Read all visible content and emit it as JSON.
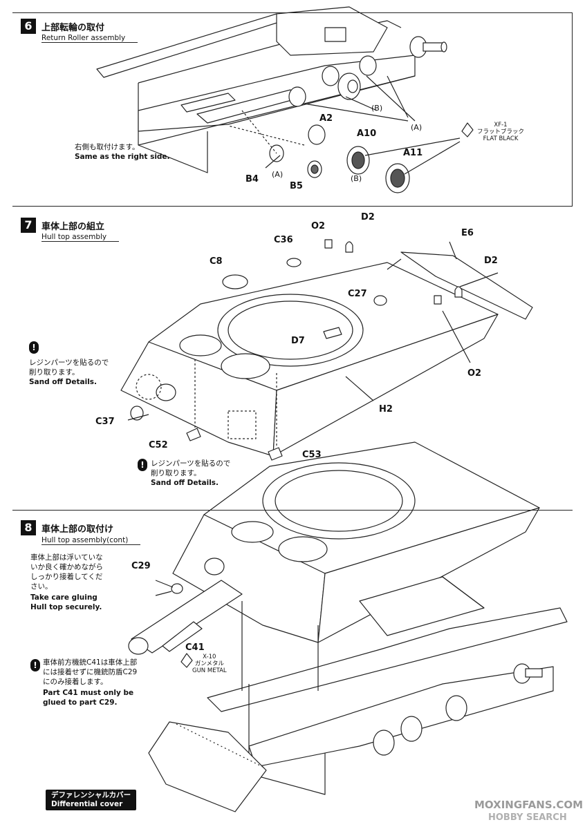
{
  "step6": {
    "number": "6",
    "title_jp": "上部転輪の取付",
    "title_en": "Return Roller assembly",
    "note_jp": "右側も取付けます。",
    "note_en": "Same as the right side.",
    "paint_code": "XF-1",
    "paint_jp": "フラットブラック",
    "paint_en": "FLAT BLACK",
    "parts": {
      "a2": "A2",
      "a10": "A10",
      "a11": "A11",
      "b4": "B4",
      "b5": "B5"
    },
    "group_b_top": "(B)",
    "group_a_top": "(A)",
    "group_a_bottom": "(A)",
    "group_b_bottom": "(B)"
  },
  "step7": {
    "number": "7",
    "title_jp": "車体上部の組立",
    "title_en": "Hull top assembly",
    "parts": {
      "o2_top": "O2",
      "d2_top": "D2",
      "e6": "E6",
      "c36": "C36",
      "c8": "C8",
      "d2_right": "D2",
      "c27": "C27",
      "d7": "D7",
      "o2_right": "O2",
      "h2": "H2",
      "c37": "C37",
      "c52": "C52",
      "c53": "C53"
    },
    "warn1_jp_line1": "レジンパーツを貼るので",
    "warn1_jp_line2": "削り取ります。",
    "warn1_en": "Sand off Details.",
    "warn2_jp_line1": "レジンパーツを貼るので",
    "warn2_jp_line2": "削り取ります。",
    "warn2_en": "Sand off Details."
  },
  "step8": {
    "number": "8",
    "title_jp": "車体上部の取付け",
    "title_en": "Hull top assembly(cont)",
    "note1_jp_1": "車体上部は浮いていな",
    "note1_jp_2": "いか良く確かめながら",
    "note1_jp_3": "しっかり接着してくだ",
    "note1_jp_4": "さい。",
    "note1_en_1": "Take care gluing",
    "note1_en_2": "Hull top securely.",
    "note2_jp_1": "車体前方機銃C41は車体上部",
    "note2_jp_2": "には接着せずに機銃防盾C29",
    "note2_jp_3": "にのみ接着します。",
    "note2_en_1": "Part C41 must only be",
    "note2_en_2": "glued to part C29.",
    "parts": {
      "c29": "C29",
      "c41": "C41"
    },
    "paint_code": "X-10",
    "paint_jp": "ガンメタル",
    "paint_en": "GUN METAL",
    "diff_jp": "デファレンシャルカバー",
    "diff_en": "Differential cover"
  },
  "warn_symbol": "!",
  "watermark": {
    "line1": "MOXINGFANS.COM",
    "line2": "HOBBY SEARCH"
  }
}
